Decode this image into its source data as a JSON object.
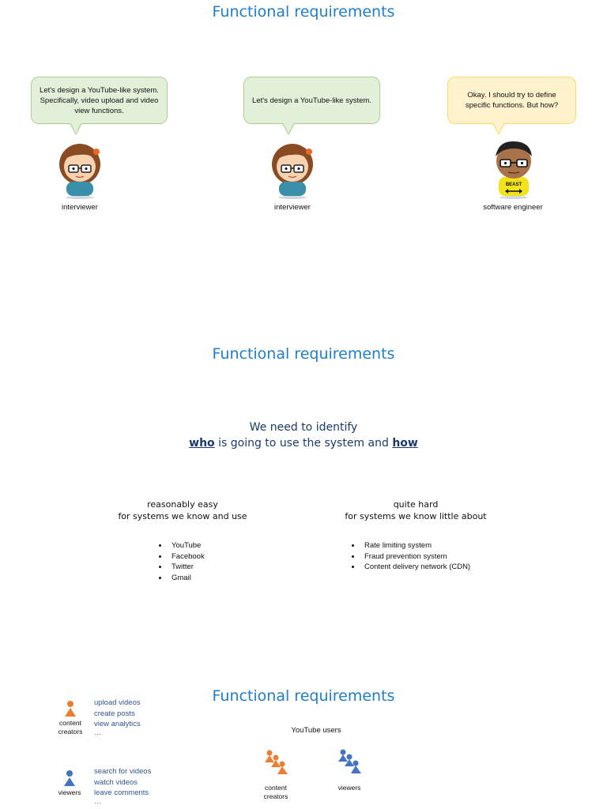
{
  "slides": [
    {
      "title": "Functional requirements",
      "bubbles": [
        "Let's design a YouTube-like system. Specifically, video upload and video view functions.",
        "Let's design a YouTube-like system.",
        "Okay. I should try to define specific functions. But how?"
      ],
      "characters": [
        "interviewer",
        "interviewer",
        "software engineer"
      ],
      "shirt_text": "BEAST"
    },
    {
      "title": "Functional requirements",
      "line1": "We need to identify",
      "who": "who",
      "middle": " is going to use the system and ",
      "how": "how",
      "left_heading": [
        "reasonably easy",
        "for systems we know and use"
      ],
      "right_heading": [
        "quite hard",
        "for systems we know little about"
      ],
      "left_items": [
        "YouTube",
        "Facebook",
        "Twitter",
        "Gmail"
      ],
      "right_items": [
        "Rate limiting system",
        "Fraud prevention system",
        "Content delivery network (CDN)"
      ]
    },
    {
      "title": "Functional requirements",
      "creators_label": [
        "content",
        "creators"
      ],
      "creators_actions": [
        "upload videos",
        "create posts",
        "view analytics",
        "…"
      ],
      "viewers_label": "viewers",
      "viewers_actions": [
        "search for videos",
        "watch videos",
        "leave comments",
        "…"
      ],
      "users_title": "YouTube users",
      "group_creators": [
        "content",
        "creators"
      ],
      "group_viewers": "viewers"
    }
  ],
  "colors": {
    "title": "#1f7ec8",
    "orange": "#ed7d31",
    "blue": "#4472c4",
    "navy": "#1b3a6b"
  }
}
